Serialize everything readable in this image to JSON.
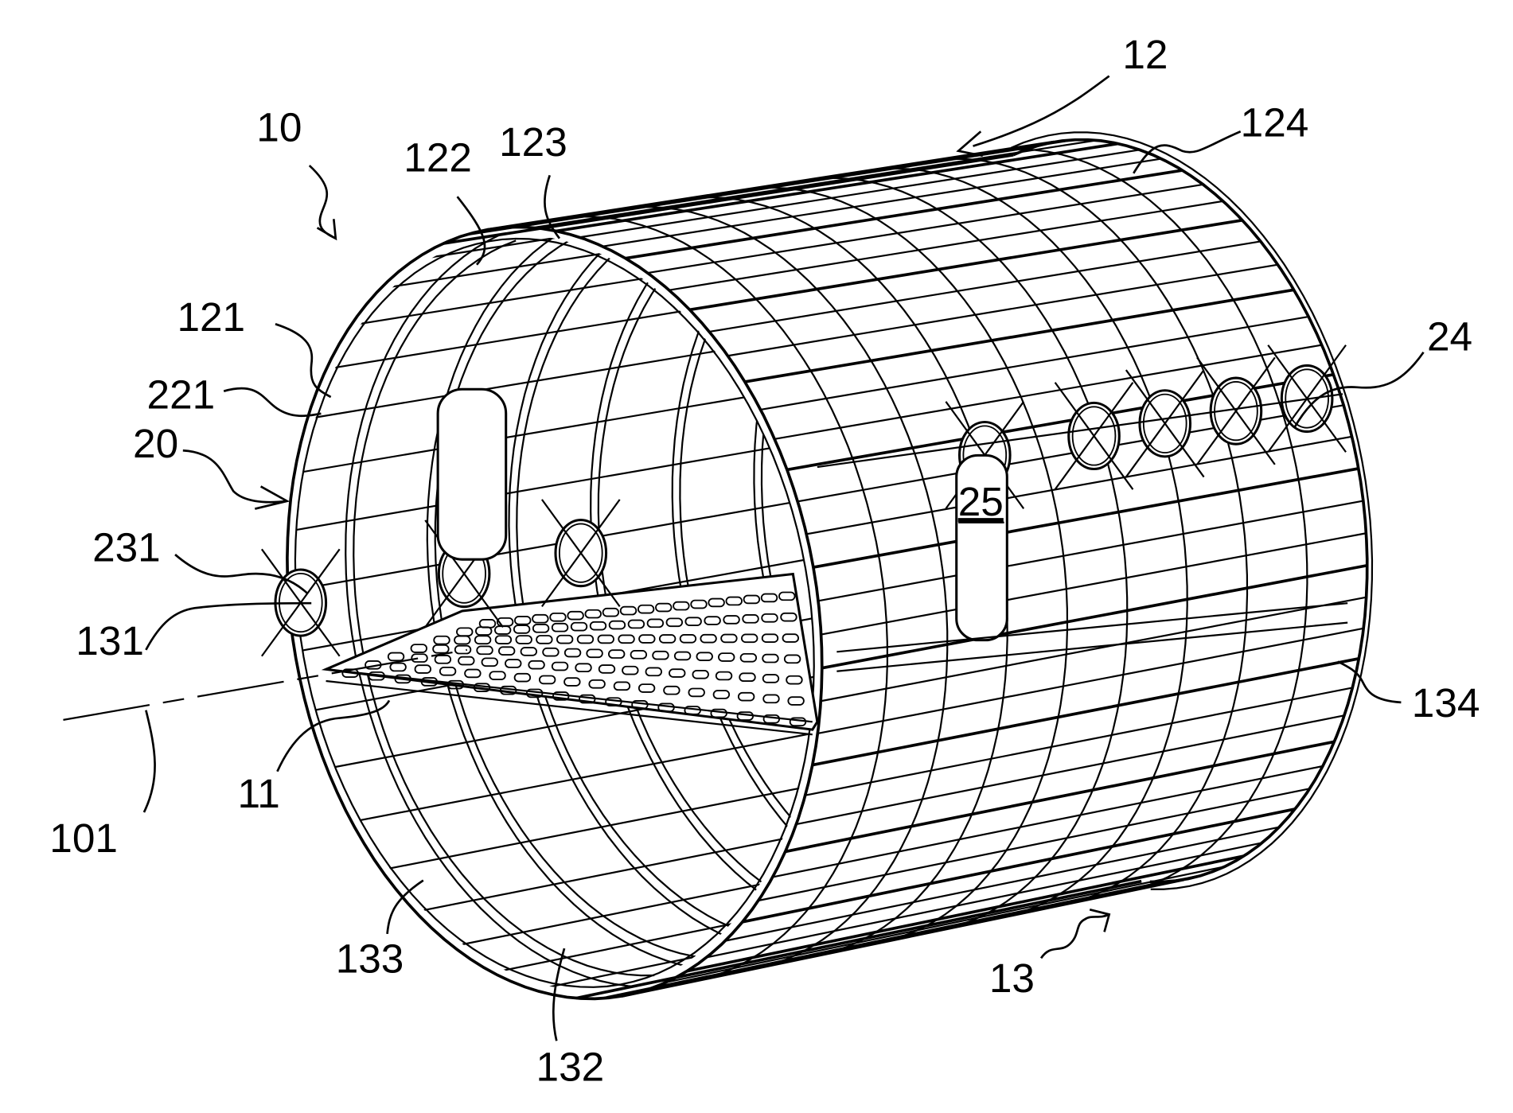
{
  "figure": {
    "labels": {
      "l10": "10",
      "l12": "12",
      "l124": "124",
      "l122": "122",
      "l123": "123",
      "l121": "121",
      "l221": "221",
      "l20": "20",
      "l24": "24",
      "l25": "25",
      "l231": "231",
      "l131": "131",
      "l134": "134",
      "l11": "11",
      "l101": "101",
      "l133": "133",
      "l13": "13",
      "l132": "132"
    }
  }
}
